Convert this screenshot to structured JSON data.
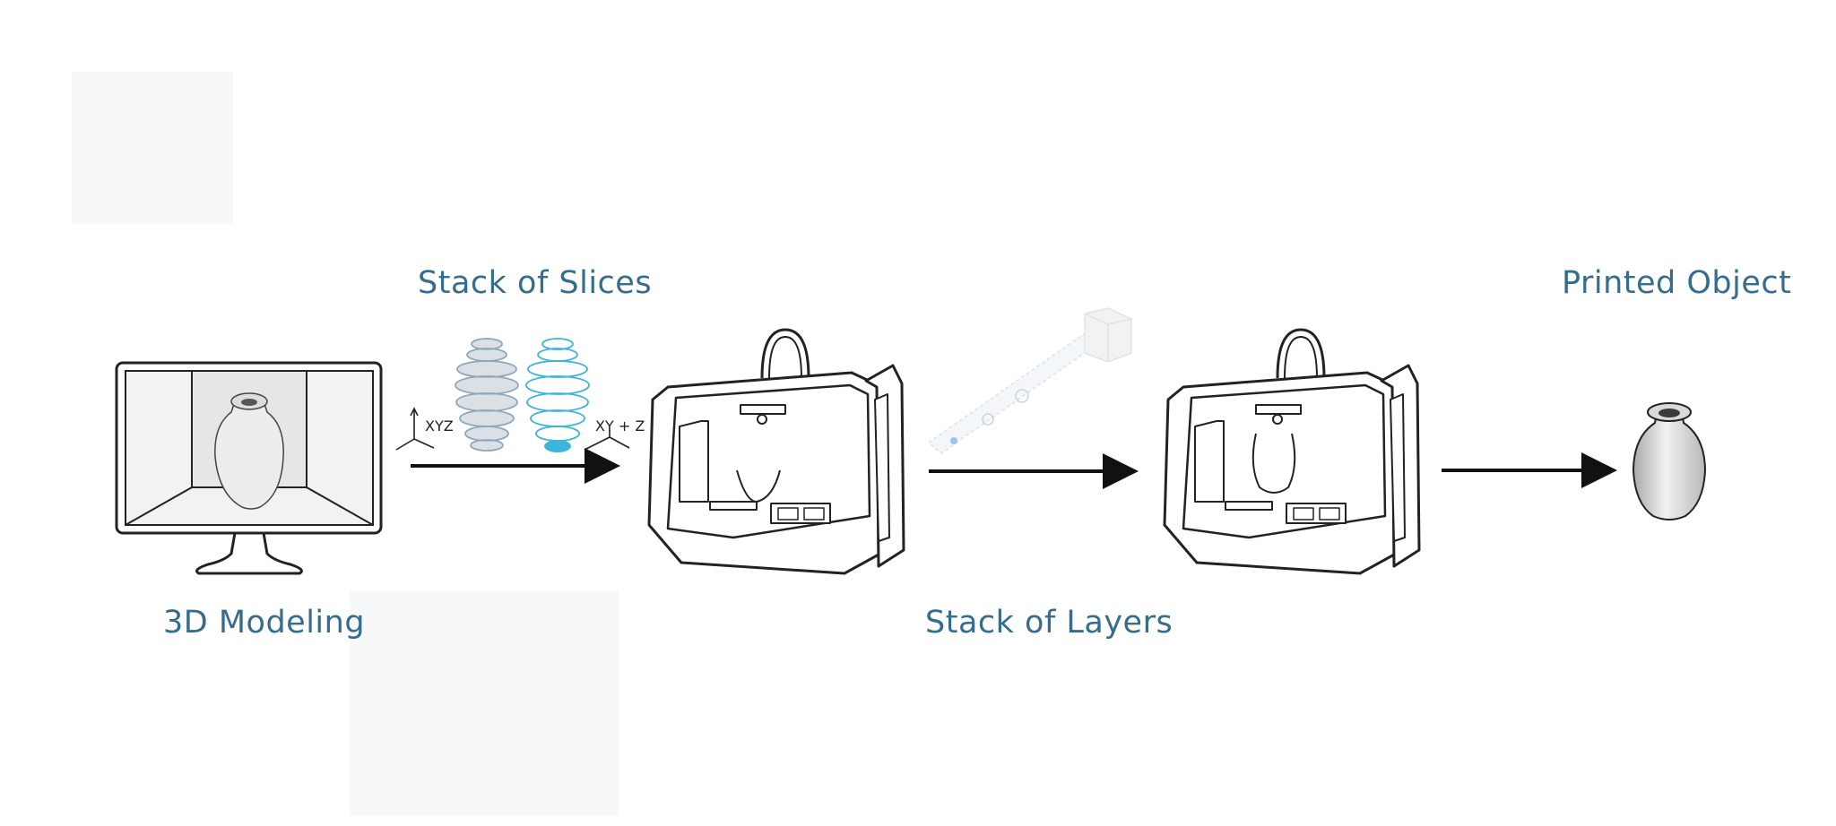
{
  "labels": {
    "stack_of_slices": "Stack of Slices",
    "printed_object": "Printed Object",
    "modeling": "3D Modeling",
    "stack_of_layers": "Stack of Layers"
  },
  "axes": {
    "xyz": "XYZ",
    "xy_z": "XY + Z"
  },
  "colors": {
    "label": "#356d8c",
    "outline": "#222222",
    "slice_blue": "#3cb4dc",
    "slice_grey": "#8fa7b8"
  },
  "icons": [
    "monitor-icon",
    "vase-icon",
    "printer-icon",
    "slices-icon",
    "layer-strip-icon",
    "arrow-icon"
  ]
}
